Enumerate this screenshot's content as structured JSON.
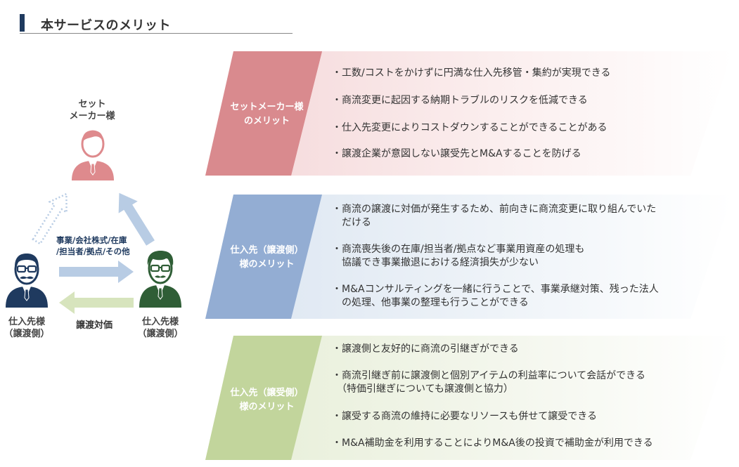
{
  "header": {
    "title": "本サービスのメリット"
  },
  "diagram": {
    "set_maker": {
      "label_line1": "セット",
      "label_line2": "メーカー様"
    },
    "seller": {
      "label_line1": "仕入先様",
      "label_line2": "（譲渡側）"
    },
    "buyer": {
      "label_line1": "仕入先様",
      "label_line2": "（譲渡側）"
    },
    "transfer_label_line1": "事業/会社株式/在庫",
    "transfer_label_line2": "/担当者/拠点/その他",
    "payment_label": "譲渡対価",
    "colors": {
      "set_maker": "#de8a8d",
      "seller": "#1f3a5f",
      "buyer": "#2f5e36",
      "arrow_blue": "#b8cce4",
      "arrow_green": "#d7e4bd"
    }
  },
  "benefits": [
    {
      "label_line1": "セットメーカー様",
      "label_line2": "のメリット",
      "color": "#d98a8e",
      "items": [
        [
          "・工数/コストをかけずに円満な仕入先移管・集約が実現できる"
        ],
        [
          "・商流変更に起因する納期トラブルのリスクを低減できる"
        ],
        [
          "・仕入先変更によりコストダウンすることができることがある"
        ],
        [
          "・譲渡企業が意図しない譲受先とM&Aすることを防げる"
        ]
      ]
    },
    {
      "label_line1": "仕入先（譲渡側）",
      "label_line2": "様のメリット",
      "color": "#93add3",
      "items": [
        [
          "・商流の譲渡に対価が発生するため、前向きに商流変更に取り組んでいた",
          "　だける"
        ],
        [
          "・商流喪失後の在庫/担当者/拠点など事業用資産の処理も",
          "　協議でき事業撤退における経済損失が少ない"
        ],
        [
          "・M&Aコンサルティングを一緒に行うことで、事業承継対策、残った法人",
          "　の処理、他事業の整理も行うことができる"
        ]
      ]
    },
    {
      "label_line1": "仕入先（譲受側）",
      "label_line2": "様のメリット",
      "color": "#c2d59c",
      "items": [
        [
          "・譲渡側と友好的に商流の引継ぎができる"
        ],
        [
          "・商流引継ぎ前に譲渡側と個別アイテムの利益率について会話ができる",
          "　（特価引継ぎについても譲渡側と協力）"
        ],
        [
          "・譲受する商流の維持に必要なリソースも併せて譲受できる"
        ],
        [
          "・M&A補助金を利用することによりM&A後の投資で補助金が利用できる"
        ]
      ]
    }
  ]
}
